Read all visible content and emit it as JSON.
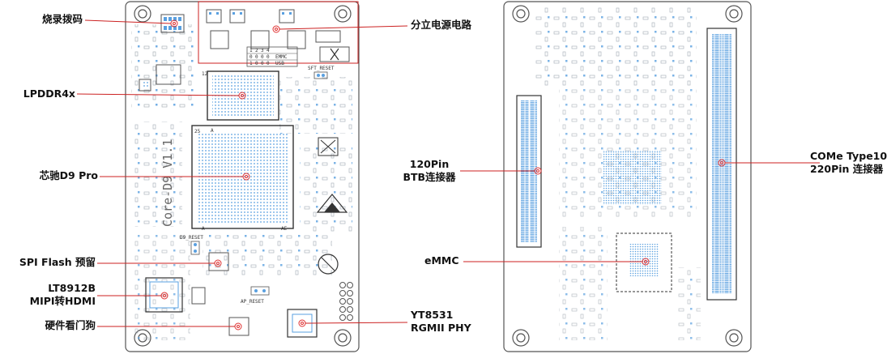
{
  "labels": {
    "burn_switch": "烧录拨码",
    "lpddr": "LPDDR4x",
    "soc": "芯驰D9 Pro",
    "spi_flash": "SPI Flash 预留",
    "lt8912b_line1": "LT8912B",
    "lt8912b_line2": "MIPI转HDMI",
    "watchdog": "硬件看门狗",
    "power": "分立电源电路",
    "phy_line1": "YT8531",
    "phy_line2": "RGMII PHY",
    "btb_line1": "120Pin",
    "btb_line2": "BTB连接器",
    "emmc": "eMMC",
    "come_line1": "COMe Type10",
    "come_line2": "220Pin 连接器"
  },
  "silkscreen": {
    "board_name": "Core-D9 V1.1",
    "d9_reset": "D9_RESET",
    "ap_reset": "AP_RESET",
    "sft_reset": "SFT_RESET",
    "switch_header": [
      "1",
      "2",
      "3",
      "4"
    ],
    "switch_row1": [
      "0",
      "0",
      "0",
      "0",
      "EMMC"
    ],
    "switch_row2": [
      "1",
      "0",
      "0",
      "0",
      "USB"
    ],
    "mark_12": "12",
    "mark_25": "25",
    "mark_a": "A",
    "mark_ae": "AE"
  },
  "colors": {
    "outline": "#555555",
    "component": "#9aa3ad",
    "pad": "#5aa0e0",
    "marker": "#e03030",
    "callout": "#cc2222",
    "text": "#111111"
  }
}
